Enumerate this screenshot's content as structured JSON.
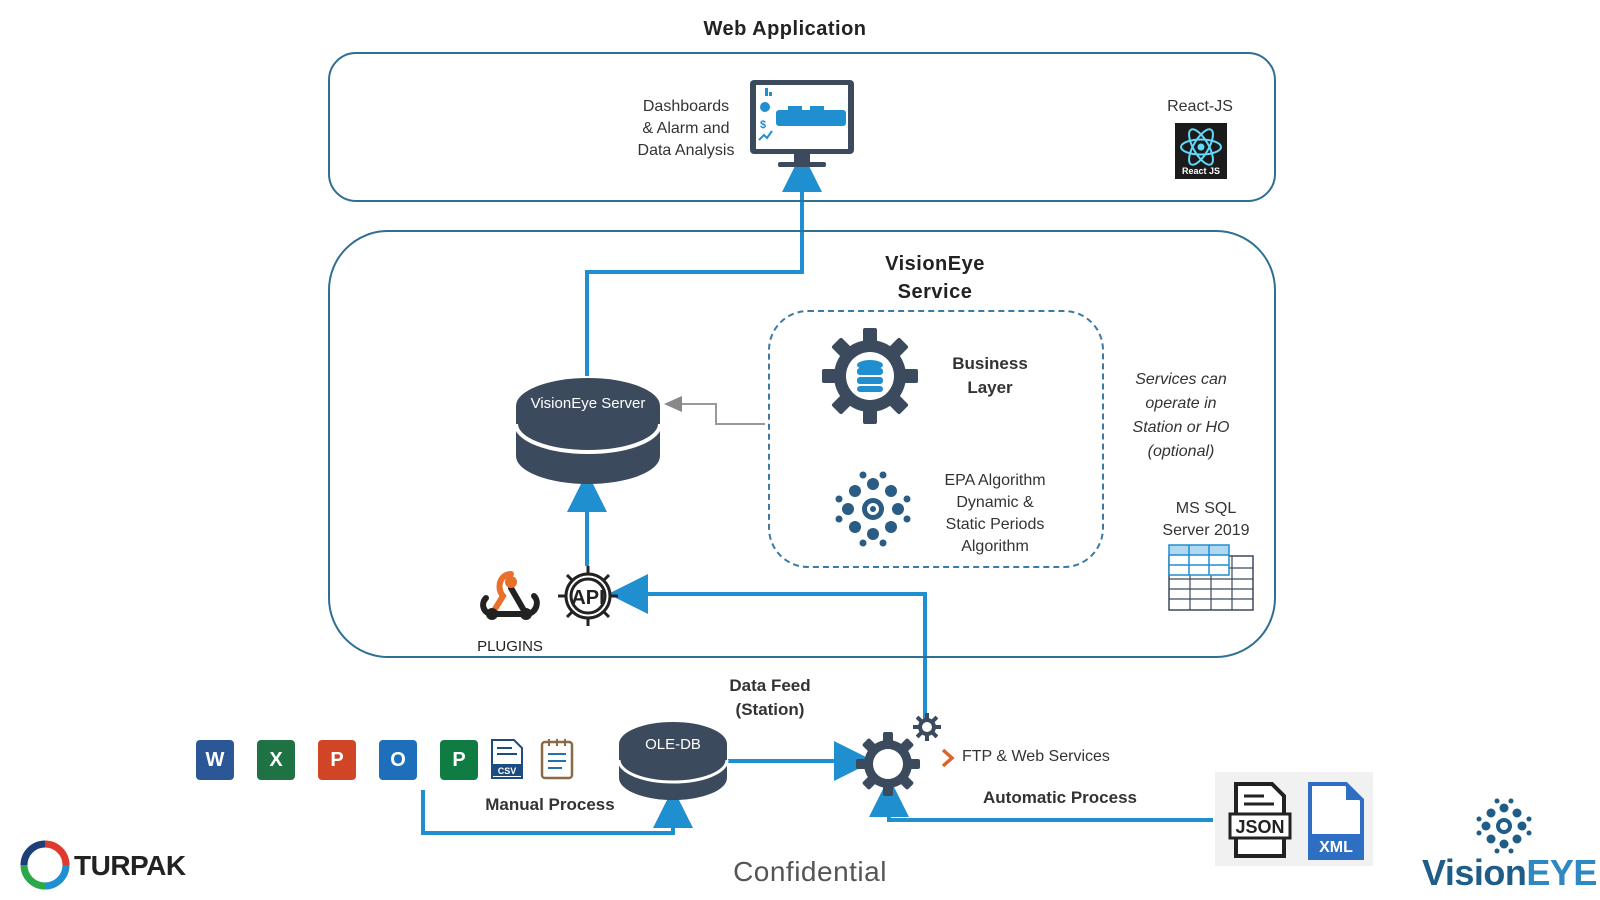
{
  "web_app": {
    "title": "Web Application",
    "dashboard_label_lines": [
      "Dashboards",
      "& Alarm and",
      "Data Analysis"
    ],
    "react_label": "React-JS",
    "react_badge": "React JS"
  },
  "service": {
    "title_lines": [
      "VisionEye",
      "Service"
    ],
    "server_label": "VisionEye Server",
    "business_layer_lines": [
      "Business",
      "Layer"
    ],
    "epa_lines": [
      "EPA Algorithm",
      "Dynamic &",
      "Static Periods",
      "Algorithm"
    ],
    "note_lines": [
      "Services can",
      "operate in",
      "Station or HO",
      "(optional)"
    ],
    "sql_lines": [
      "MS SQL",
      "Server 2019"
    ],
    "plugins_label": "PLUGINS",
    "api_label": "API"
  },
  "data_feed": {
    "title_lines": [
      "Data Feed",
      "(Station)"
    ],
    "oledb_label": "OLE-DB",
    "ftp_label": "FTP & Web Services",
    "manual_label": "Manual Process",
    "automatic_label": "Automatic Process",
    "csv_label": "CSV",
    "json_label": "JSON",
    "xml_label": "XML",
    "office_icons": [
      {
        "name": "word-icon",
        "letter": "W",
        "color": "#2b5797"
      },
      {
        "name": "excel-icon",
        "letter": "X",
        "color": "#1f7244"
      },
      {
        "name": "powerpoint-icon",
        "letter": "P",
        "color": "#d04525"
      },
      {
        "name": "outlook-icon",
        "letter": "O",
        "color": "#1c6fb8"
      },
      {
        "name": "publisher-icon",
        "letter": "P",
        "color": "#107c41"
      }
    ]
  },
  "footer": {
    "confidential": "Confidential",
    "turpak": "TURPAK",
    "visioneye_vision": "Vision",
    "visioneye_eye": "EYE"
  },
  "colors": {
    "arrow_blue": "#1f8fd0",
    "dark_slate": "#3b4a5c",
    "panel_border": "#2f6f93"
  }
}
